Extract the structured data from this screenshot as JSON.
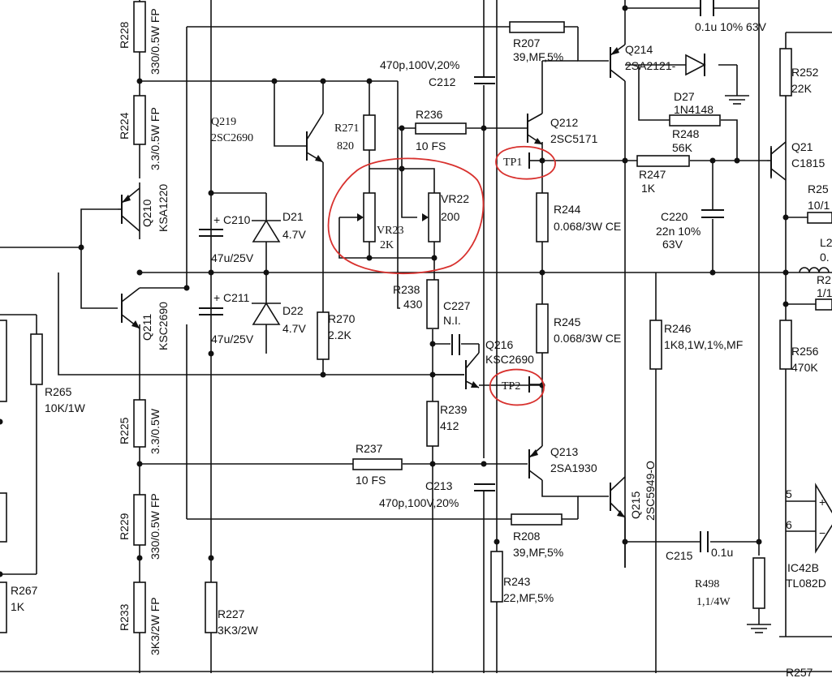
{
  "components": {
    "R228": {
      "ref": "R228",
      "value": "330/0.5W FP"
    },
    "R224": {
      "ref": "R224",
      "value": "3.3/0.5W FP"
    },
    "Q210": {
      "ref": "Q210",
      "value": "KSA1220"
    },
    "Q211": {
      "ref": "Q211",
      "value": "KSC2690"
    },
    "R225": {
      "ref": "R225",
      "value": "3.3/0.5W"
    },
    "R229": {
      "ref": "R229",
      "value": "330/0.5W FP"
    },
    "R233": {
      "ref": "R233",
      "value": "3K3/2W FP"
    },
    "R265": {
      "ref": "R265",
      "value": "10K/1W"
    },
    "R267": {
      "ref": "R267",
      "value": "1K"
    },
    "Q219": {
      "ref": "Q219",
      "value": "2SC2690"
    },
    "C210": {
      "ref": "C210",
      "value": "47u/25V"
    },
    "C211": {
      "ref": "C211",
      "value": "47u/25V"
    },
    "D21": {
      "ref": "D21",
      "value": "4.7V"
    },
    "D22": {
      "ref": "D22",
      "value": "4.7V"
    },
    "R227": {
      "ref": "R227",
      "value": "3K3/2W"
    },
    "R270": {
      "ref": "R270",
      "value": "2.2K"
    },
    "R271": {
      "ref": "R271",
      "value": "820"
    },
    "VR23": {
      "ref": "VR23",
      "value": "2K"
    },
    "VR22": {
      "ref": "VR22",
      "value": "200"
    },
    "R236": {
      "ref": "R236",
      "value": "10 FS"
    },
    "C212": {
      "ref": "C212",
      "value": "470p,100V,20%"
    },
    "R238": {
      "ref": "R238",
      "value": "430"
    },
    "C227": {
      "ref": "C227",
      "value": "N.I."
    },
    "Q216": {
      "ref": "Q216",
      "value": "KSC2690"
    },
    "R239": {
      "ref": "R239",
      "value": "412"
    },
    "R237": {
      "ref": "R237",
      "value": "10  FS"
    },
    "C213": {
      "ref": "C213",
      "value": "470p,100V,20%"
    },
    "R207": {
      "ref": "R207",
      "value": "39,MF,5%"
    },
    "Q214": {
      "ref": "Q214",
      "value": "2SA2121-"
    },
    "D27": {
      "ref": "D27",
      "value": "1N4148"
    },
    "R248": {
      "ref": "R248",
      "value": "56K"
    },
    "Q212": {
      "ref": "Q212",
      "value": "2SC5171"
    },
    "R247": {
      "ref": "R247",
      "value": "1K"
    },
    "R244": {
      "ref": "R244",
      "value": "0.068/3W  CE"
    },
    "C220": {
      "ref": "C220",
      "value": "22n 10%"
    },
    "C220v": {
      "value": "63V"
    },
    "R245": {
      "ref": "R245",
      "value": "0.068/3W CE"
    },
    "R246": {
      "ref": "R246",
      "value": "1K8,1W,1%,MF"
    },
    "Q213": {
      "ref": "Q213",
      "value": "2SA1930"
    },
    "Q215": {
      "ref": "Q215",
      "value": "2SC5949-O"
    },
    "R208": {
      "ref": "R208",
      "value": "39,MF,5%"
    },
    "C215": {
      "ref": "C215",
      "value": "0.1u"
    },
    "R243": {
      "ref": "R243",
      "value": "22,MF,5%"
    },
    "R498": {
      "ref": "R498",
      "value": "1,1/4W"
    },
    "R252": {
      "ref": "R252",
      "value": "22K"
    },
    "Q21": {
      "ref": "Q21",
      "value": "C1815"
    },
    "R256": {
      "ref": "R256",
      "value": "470K"
    },
    "IC42B": {
      "ref": "IC42B",
      "value": "TL082D"
    },
    "R257": {
      "ref": "R257"
    },
    "top_cap": {
      "value": "0.1u 10% 63V"
    },
    "R25x": {
      "ref": "R25",
      "value": "10/1"
    },
    "L2x": {
      "ref": "L2",
      "value": "0."
    },
    "R2x": {
      "ref": "R2",
      "value": "1/1"
    }
  },
  "test_points": {
    "TP1": "TP1",
    "TP2": "TP2"
  },
  "pins": {
    "plus": "+",
    "minus": "−",
    "pin5": "5",
    "pin6": "6"
  },
  "colors": {
    "wire": "#111111",
    "highlight": "#d8312e"
  }
}
